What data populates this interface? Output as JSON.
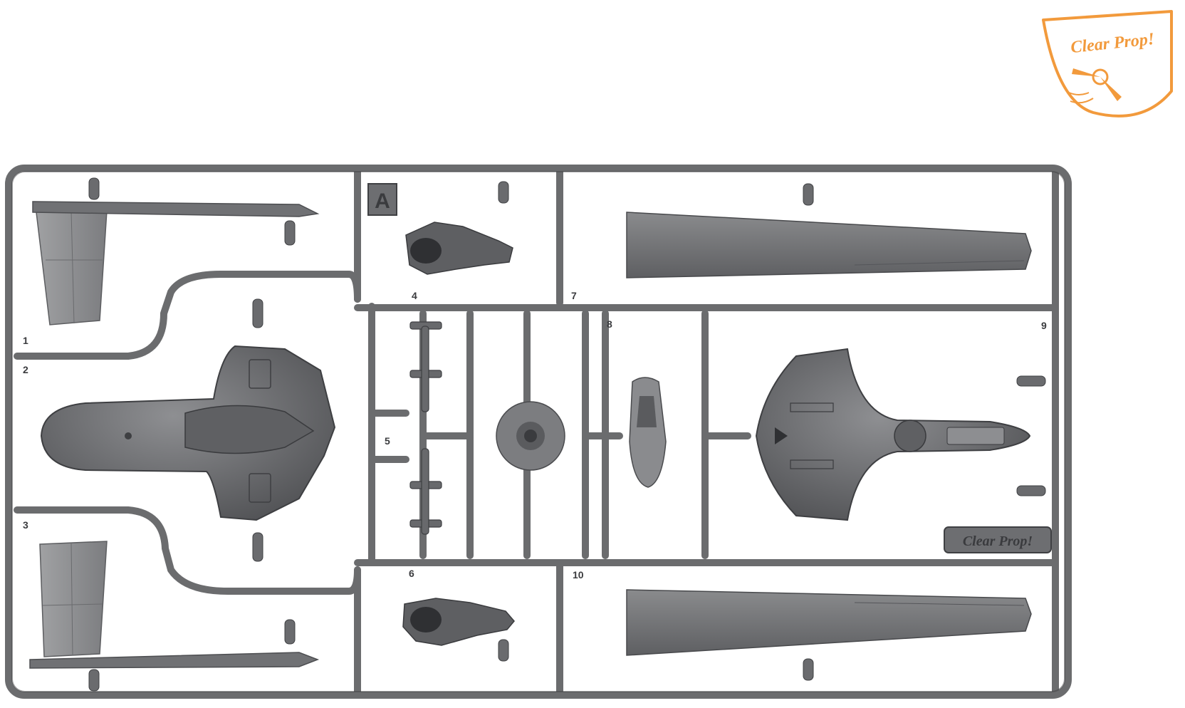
{
  "logo": {
    "text": "Clear Prop!",
    "color": "#f29a3c"
  },
  "sprue": {
    "letter": "A",
    "part_numbers": [
      "1",
      "2",
      "3",
      "4",
      "5",
      "6",
      "7",
      "8",
      "9",
      "10"
    ],
    "embossed_text": "Clear Prop!",
    "colors": {
      "frame": "#6e6f71",
      "frame_dark": "#4a4b4d",
      "part": "#7a7b7d",
      "part_light": "#9a9b9d",
      "part_dark": "#55565a"
    }
  }
}
